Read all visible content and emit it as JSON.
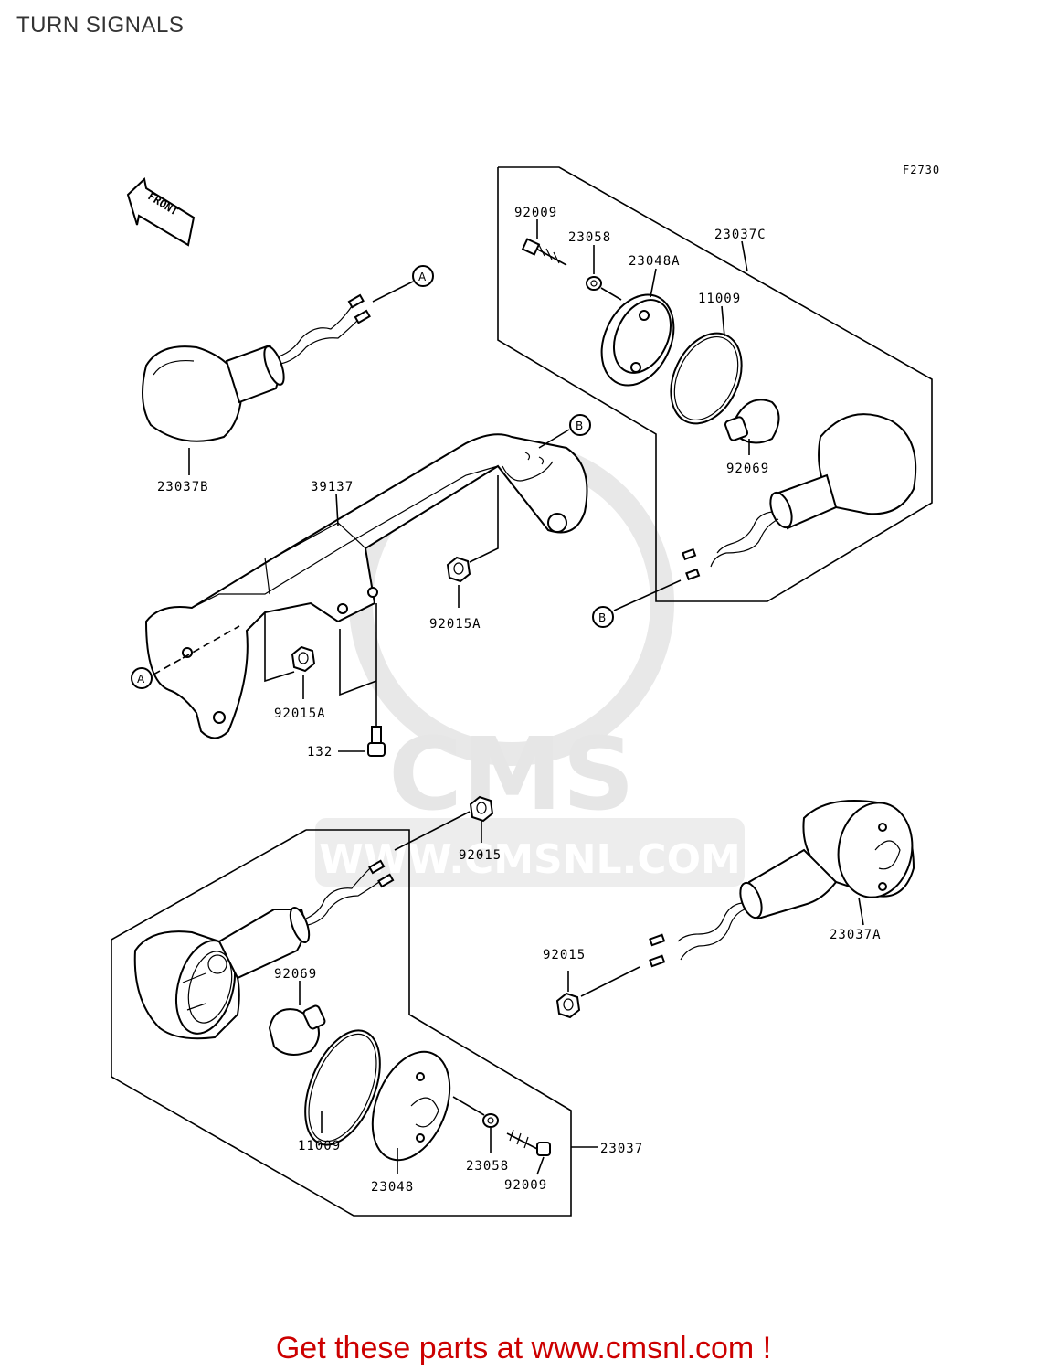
{
  "title": "TURN SIGNALS",
  "figure_code": "F2730",
  "front_indicator": "FRONT",
  "reference_markers": {
    "a": "A",
    "b": "B"
  },
  "parts": {
    "p92009_top": "92009",
    "p23058_top": "23058",
    "p23048A": "23048A",
    "p23037C": "23037C",
    "p11009_top": "11009",
    "p92069_top": "92069",
    "p23037B": "23037B",
    "p39137": "39137",
    "p92015A_right": "92015A",
    "p92015A_left": "92015A",
    "p132": "132",
    "p92015_mid": "92015",
    "p92015_lower": "92015",
    "p23037A": "23037A",
    "p92069_bottom": "92069",
    "p11009_bottom": "11009",
    "p23048": "23048",
    "p23058_bottom": "23058",
    "p92009_bottom": "92009",
    "p23037": "23037"
  },
  "watermark": {
    "brand": "CMS",
    "url": "WWW.CMSNL.COM"
  },
  "footer": "Get these parts at www.cmsnl.com !",
  "colors": {
    "footer_text": "#cc0000",
    "watermark": "#e6e6e6",
    "line": "#000000"
  }
}
